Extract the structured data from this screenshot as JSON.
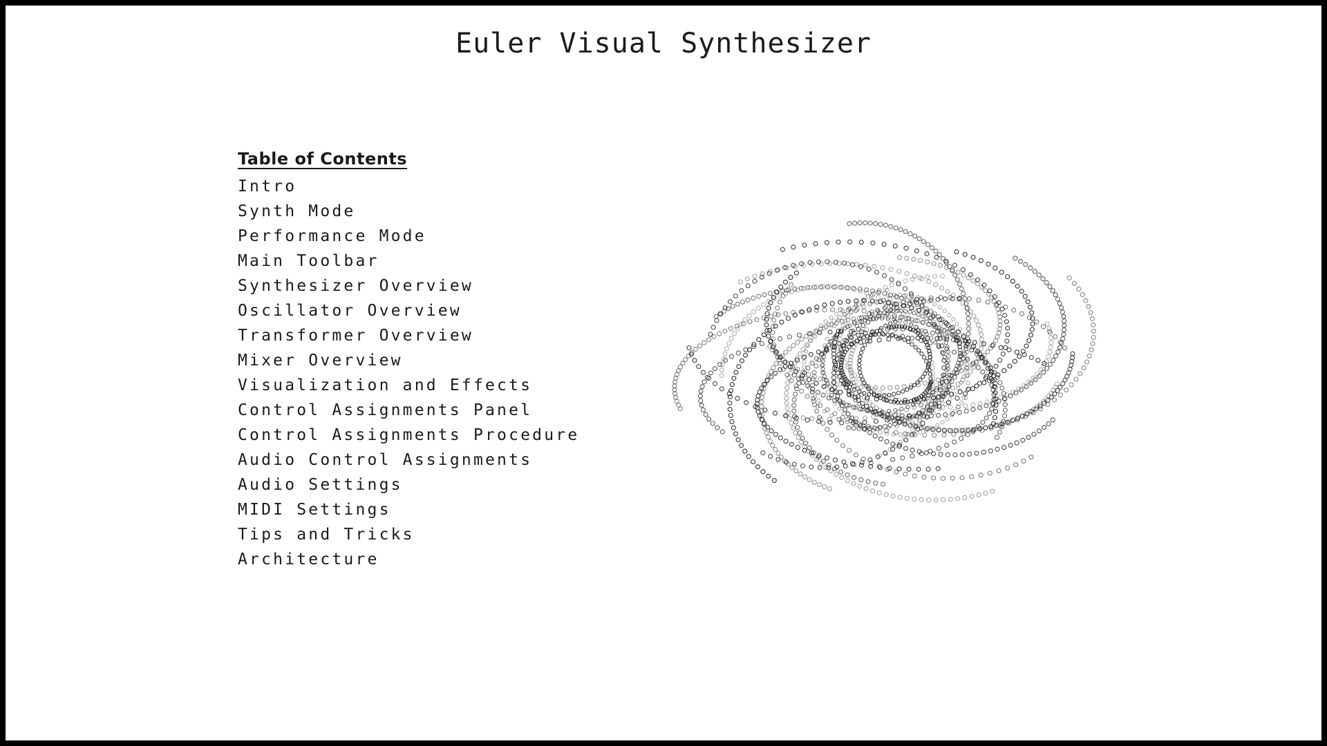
{
  "title": "Euler Visual Synthesizer",
  "toc": {
    "heading": "Table of Contents",
    "items": [
      {
        "label": "Intro",
        "name": "toc-link-intro"
      },
      {
        "label": "Synth Mode",
        "name": "toc-link-synth-mode"
      },
      {
        "label": "Performance Mode",
        "name": "toc-link-performance-mode"
      },
      {
        "label": "Main Toolbar",
        "name": "toc-link-main-toolbar"
      },
      {
        "label": "Synthesizer Overview",
        "name": "toc-link-synthesizer-overview"
      },
      {
        "label": "Oscillator Overview",
        "name": "toc-link-oscillator-overview"
      },
      {
        "label": "Transformer Overview",
        "name": "toc-link-transformer-overview"
      },
      {
        "label": "Mixer Overview",
        "name": "toc-link-mixer-overview"
      },
      {
        "label": "Visualization and Effects",
        "name": "toc-link-visualization-and-effects"
      },
      {
        "label": "Control Assignments Panel",
        "name": "toc-link-control-assignments-panel"
      },
      {
        "label": "Control Assignments Procedure",
        "name": "toc-link-control-assignments-procedure"
      },
      {
        "label": "Audio Control Assignments",
        "name": "toc-link-audio-control-assignments"
      },
      {
        "label": "Audio Settings",
        "name": "toc-link-audio-settings"
      },
      {
        "label": "MIDI Settings",
        "name": "toc-link-midi-settings"
      },
      {
        "label": "Tips and Tricks",
        "name": "toc-link-tips-and-tricks"
      },
      {
        "label": "Architecture",
        "name": "toc-link-architecture"
      }
    ]
  },
  "visualization": {
    "icon": "spirograph-ring-pattern",
    "colors": {
      "stroke": "#1a1a1a",
      "background": "#ffffff"
    }
  }
}
